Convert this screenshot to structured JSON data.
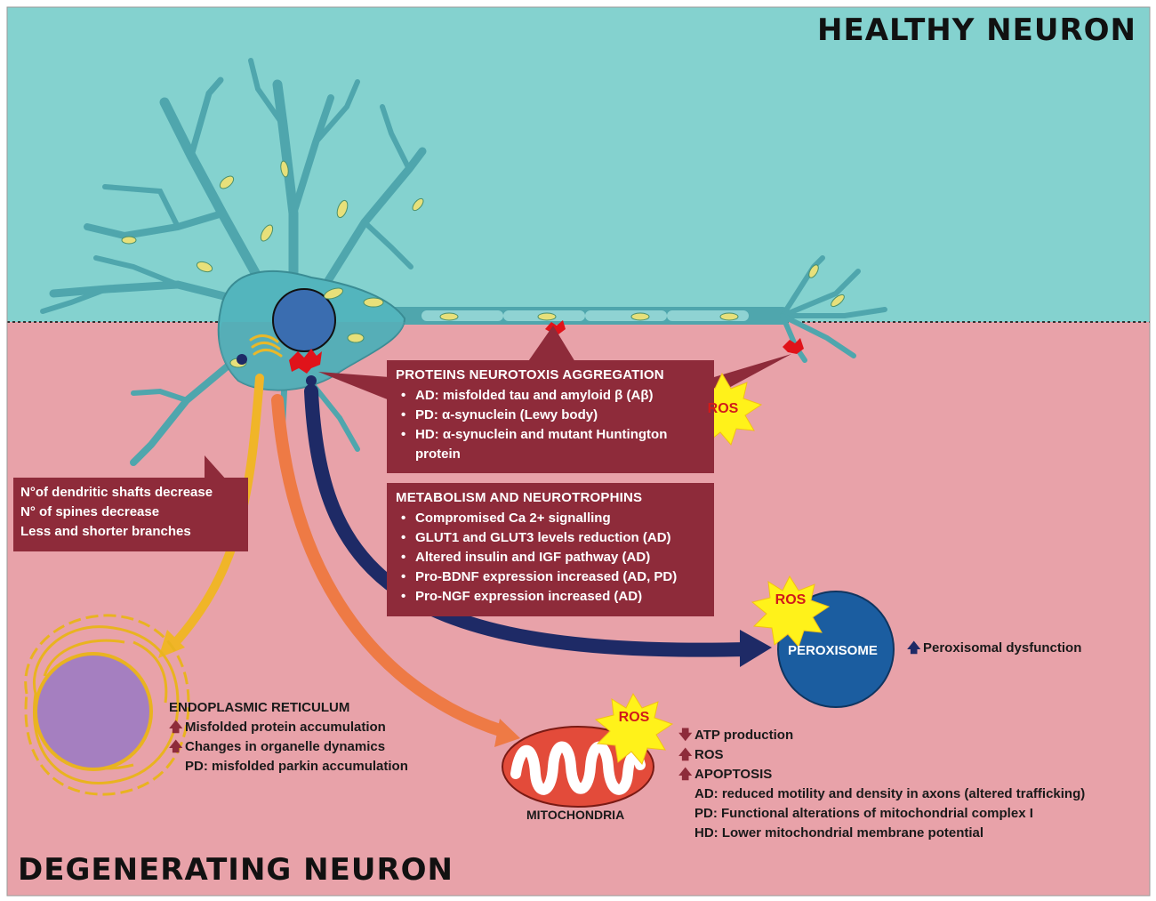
{
  "regions": {
    "healthy_title": "HEALTHY NEURON",
    "degenerating_title": "DEGENERATING NEURON"
  },
  "proteins_box": {
    "heading": "PROTEINS NEUROTOXIS AGGREGATION",
    "items": [
      "AD: misfolded tau and amyloid β (Aβ)",
      "PD: α-synuclein (Lewy body)",
      "HD: α-synuclein and mutant Huntington",
      "protein"
    ]
  },
  "metabolism_box": {
    "heading": "METABOLISM AND NEUROTROPHINS",
    "items": [
      "Compromised Ca 2+ signalling",
      "GLUT1 and GLUT3 levels reduction (AD)",
      "Altered insulin and IGF pathway (AD)",
      "Pro-BDNF expression increased (AD, PD)",
      "Pro-NGF expression increased (AD)"
    ]
  },
  "dendrite_box": {
    "lines": [
      "N°of dendritic shafts decrease",
      "N° of spines decrease",
      "Less and shorter branches"
    ]
  },
  "er": {
    "title": "ENDOPLASMIC RETICULUM",
    "items": [
      {
        "arrow": "up",
        "text": "Misfolded protein accumulation"
      },
      {
        "arrow": "up",
        "text": "Changes in organelle dynamics"
      },
      {
        "arrow": "none",
        "text": "PD: misfolded parkin accumulation"
      }
    ]
  },
  "mitochondria": {
    "label": "MITOCHONDRIA",
    "items": [
      {
        "arrow": "down",
        "text": "ATP production"
      },
      {
        "arrow": "up",
        "text": "ROS"
      },
      {
        "arrow": "up",
        "text": "APOPTOSIS"
      },
      {
        "arrow": "none",
        "text": "AD: reduced motility and density in axons (altered trafficking)"
      },
      {
        "arrow": "none",
        "text": "PD: Functional alterations of mitochondrial complex I"
      },
      {
        "arrow": "none",
        "text": "HD: Lower mitochondrial membrane potential"
      }
    ]
  },
  "peroxisome": {
    "label": "PEROXISOME",
    "items": [
      {
        "arrow": "up",
        "text": "Peroxisomal dysfunction"
      }
    ]
  },
  "ros_label": "ROS",
  "colors": {
    "healthy_bg": "#84d2cf",
    "degenerating_bg": "#e8a2a9",
    "box_fill": "#8e2b3a",
    "neuron_fill": "#53b5bd",
    "yellow_arrow": "#f0b528",
    "orange_arrow": "#ee7a45",
    "navy_arrow": "#1e2a66",
    "peroxisome_fill": "#1b5da0",
    "er_fill": "#a57fc0",
    "mito_fill": "#e34b3a",
    "ros_burst": "#fff21a"
  }
}
